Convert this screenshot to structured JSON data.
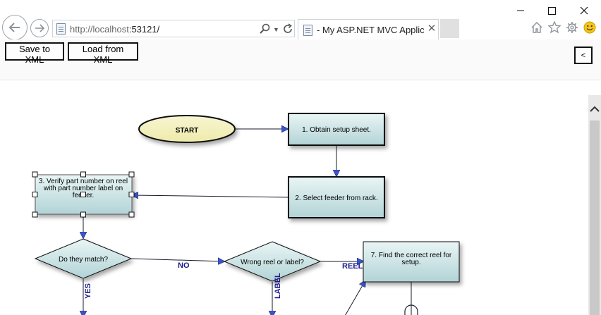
{
  "browser": {
    "url_host": "http://localhost",
    "url_port": ":53121/",
    "tab_title": "- My ASP.NET MVC Applica…"
  },
  "toolbar": {
    "save_label": "Save to XML",
    "load_label": "Load from XML",
    "collapse_label": "<"
  },
  "flowchart": {
    "nodes": {
      "start": [
        "START"
      ],
      "step1": [
        "1. Obtain setup sheet."
      ],
      "step2": [
        "2. Select feeder from rack."
      ],
      "step3": [
        "3. Verify part number on reel",
        "with part number label on",
        "feeder."
      ],
      "decision1": [
        "Do they match?"
      ],
      "decision2": [
        "Wrong reel or label?"
      ],
      "step7": [
        "7. Find the correct reel for",
        "setup."
      ]
    },
    "edge_labels": {
      "no": "NO",
      "yes": "YES",
      "label": "LABEL",
      "reel": "REEL"
    },
    "colors": {
      "node_fill_top": "#e9f5f5",
      "node_fill_bottom": "#b2d3d6",
      "start_fill": "#eeeaaa",
      "edge_label": "#1a1a8c",
      "arrow_head": "#3b55c9"
    }
  }
}
